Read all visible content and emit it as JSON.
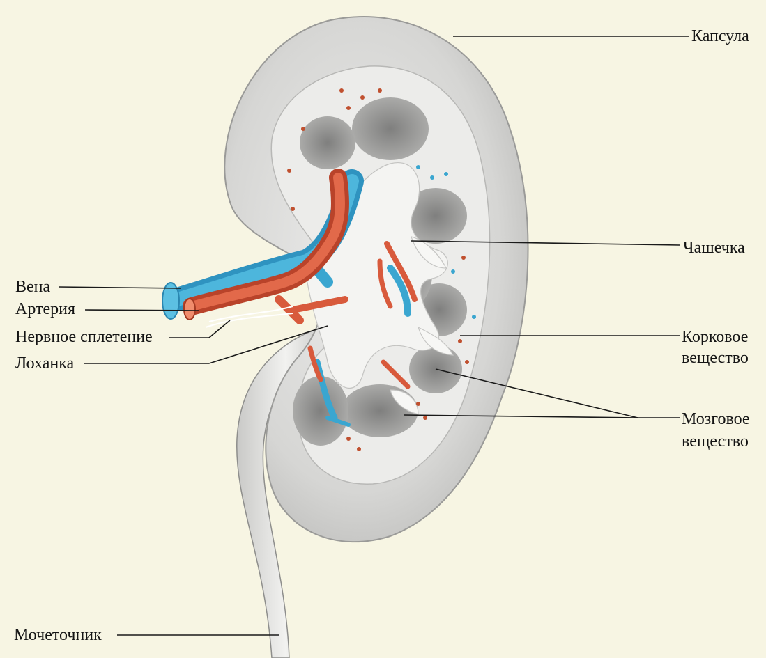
{
  "labels": {
    "capsule": "Капсула",
    "calyx": "Чашечка",
    "cortex_line1": "Корковое",
    "cortex_line2": "вещество",
    "medulla_line1": "Мозговое",
    "medulla_line2": "вещество",
    "vein": "Вена",
    "artery": "Артерия",
    "nerve_plexus": "Нервное сплетение",
    "pelvis": "Лоханка",
    "ureter": "Мочеточник"
  },
  "colors": {
    "background": "#f7f5e3",
    "capsule": "#d9d9d6",
    "cortex": "#ececea",
    "medulla": "#9e9e9c",
    "sinus": "#f4f4f2",
    "vein": "#37a6d0",
    "artery": "#d85a3c",
    "leader_line": "#1a1a1a"
  }
}
